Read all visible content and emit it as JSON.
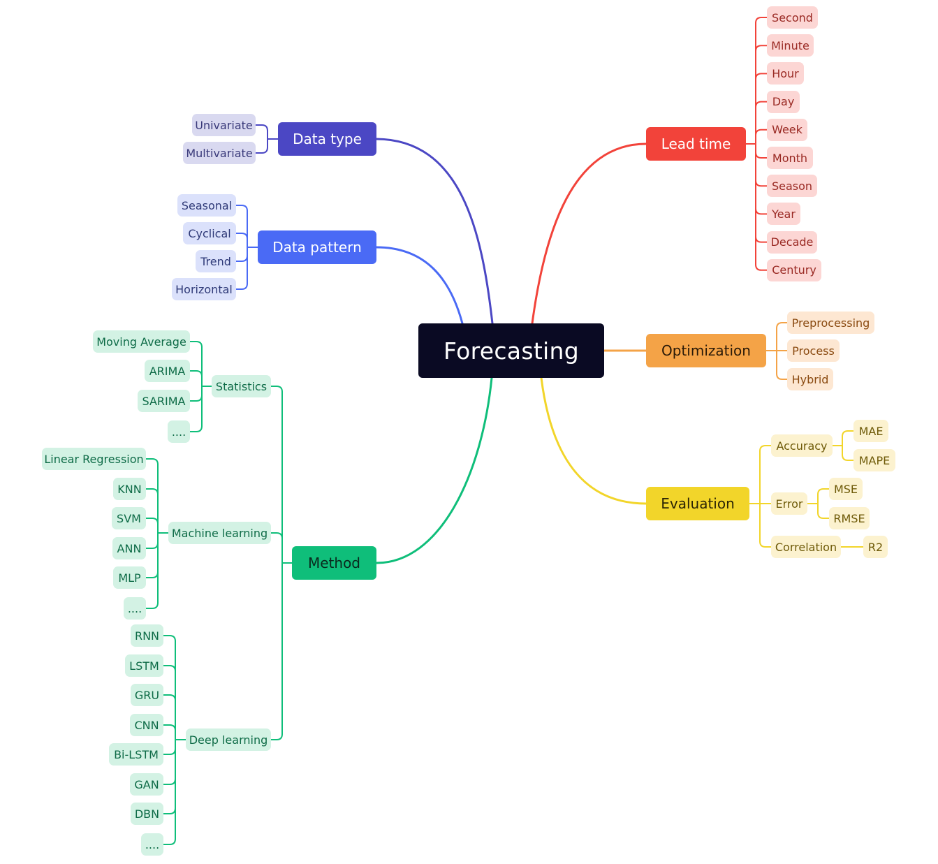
{
  "colors": {
    "center_bg": "#0a0a23",
    "data_type": "#4b47c4",
    "data_pattern": "#4a6af5",
    "method": "#0fbe7a",
    "lead_time": "#f2433a",
    "optimization": "#f4a347",
    "evaluation": "#f2d52a"
  },
  "center": {
    "label": "Forecasting"
  },
  "branches": {
    "data_type": {
      "label": "Data type",
      "children": [
        "Univariate",
        "Multivariate"
      ]
    },
    "data_pattern": {
      "label": "Data pattern",
      "children": [
        "Seasonal",
        "Cyclical",
        "Trend",
        "Horizontal"
      ]
    },
    "method": {
      "label": "Method",
      "groups": [
        {
          "label": "Statistics",
          "children": [
            "Moving Average",
            "ARIMA",
            "SARIMA",
            "...."
          ]
        },
        {
          "label": "Machine learning",
          "children": [
            "Linear Regression",
            "KNN",
            "SVM",
            "ANN",
            "MLP",
            "...."
          ]
        },
        {
          "label": "Deep learning",
          "children": [
            "RNN",
            "LSTM",
            "GRU",
            "CNN",
            "Bi-LSTM",
            "GAN",
            "DBN",
            "...."
          ]
        }
      ]
    },
    "lead_time": {
      "label": "Lead time",
      "children": [
        "Second",
        "Minute",
        "Hour",
        "Day",
        "Week",
        "Month",
        "Season",
        "Year",
        "Decade",
        "Century"
      ]
    },
    "optimization": {
      "label": "Optimization",
      "children": [
        "Preprocessing",
        "Process",
        "Hybrid"
      ]
    },
    "evaluation": {
      "label": "Evaluation",
      "groups": [
        {
          "label": "Accuracy",
          "children": [
            "MAE",
            "MAPE"
          ]
        },
        {
          "label": "Error",
          "children": [
            "MSE",
            "RMSE"
          ]
        },
        {
          "label": "Correlation",
          "children": [
            "R2"
          ]
        }
      ]
    }
  }
}
